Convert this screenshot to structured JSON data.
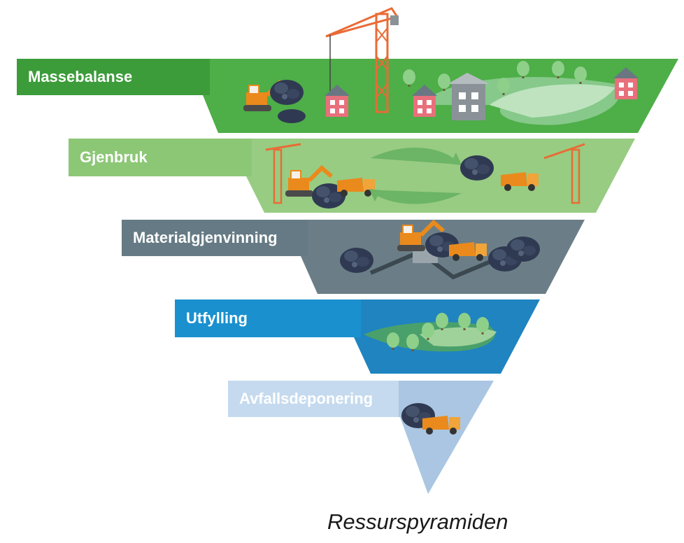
{
  "levels": [
    {
      "id": "massebalanse",
      "label": "Massebalanse",
      "color": "#4eae48",
      "label_color": "#3c9c3a"
    },
    {
      "id": "gjenbruk",
      "label": "Gjenbruk",
      "color": "#98cc82",
      "label_color": "#8cc776"
    },
    {
      "id": "materialgjenvinning",
      "label": "Materialgjenvinning",
      "color": "#6b7e87",
      "label_color": "#657a84"
    },
    {
      "id": "utfylling",
      "label": "Utfylling",
      "color": "#1f84c0",
      "label_color": "#1a90cf"
    },
    {
      "id": "avfallsdeponering",
      "label": "Avfallsdeponering",
      "color": "#aac6e2",
      "label_color": "#c5daee"
    }
  ],
  "caption": "Ressurspyramiden",
  "colors": {
    "machine": "#ea8a1c",
    "house_pink": "#e8707c",
    "tree": "#8ed08a",
    "trunk": "#6f5a3a",
    "rubble": "#2f3a52",
    "crane": "#e96b35"
  }
}
